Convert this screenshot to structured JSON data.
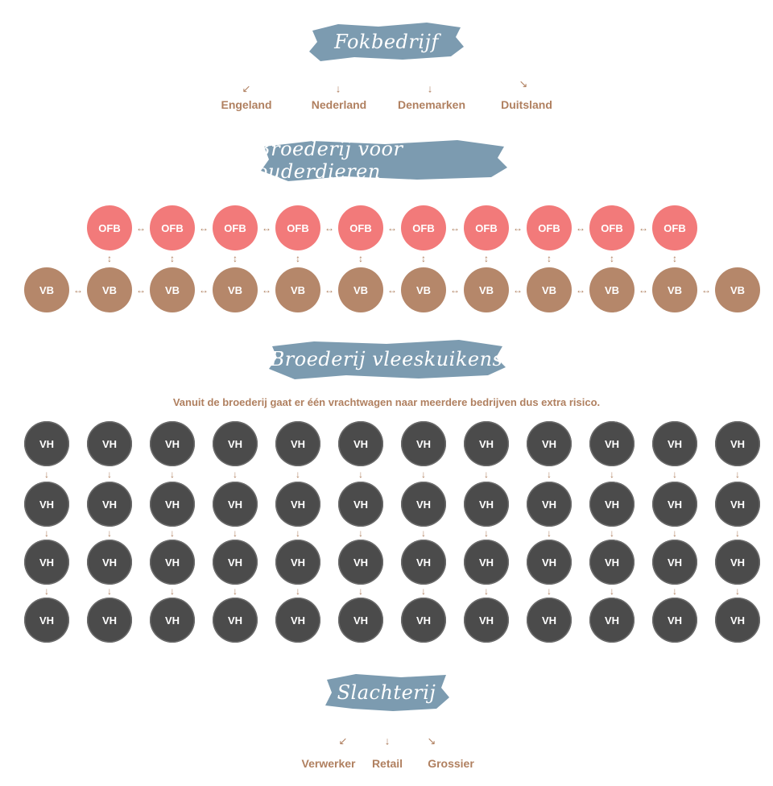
{
  "sections": {
    "fokbedrijf": {
      "title": "Fokbedrijf"
    },
    "broederij_ouderdieren": {
      "title": "Broederij voor ouderdieren"
    },
    "broederij_vleeskuikens": {
      "title": "Broederij vleeskuikens"
    },
    "slachterij": {
      "title": "Slachterij"
    }
  },
  "fokbedrijf_countries": [
    "Engeland",
    "Nederland",
    "Denemarken",
    "Duitsland"
  ],
  "ofb_label": "OFB",
  "vb_label": "VB",
  "vh_label": "VH",
  "note": "Vanuit de broederij gaat er één vrachtwagen naar meerdere bedrijven dus extra risico.",
  "slachterij_outputs": [
    "Verwerker",
    "Retail",
    "Grossier"
  ],
  "colors": {
    "banner": "#7c9bb0",
    "ofb": "#f27a7a",
    "vb": "#b5876a",
    "vh": "#4b4b4b",
    "text": "#b08060"
  },
  "counts": {
    "ofb": 10,
    "vb": 12,
    "vh_columns": 12,
    "vh_rows": 4
  }
}
